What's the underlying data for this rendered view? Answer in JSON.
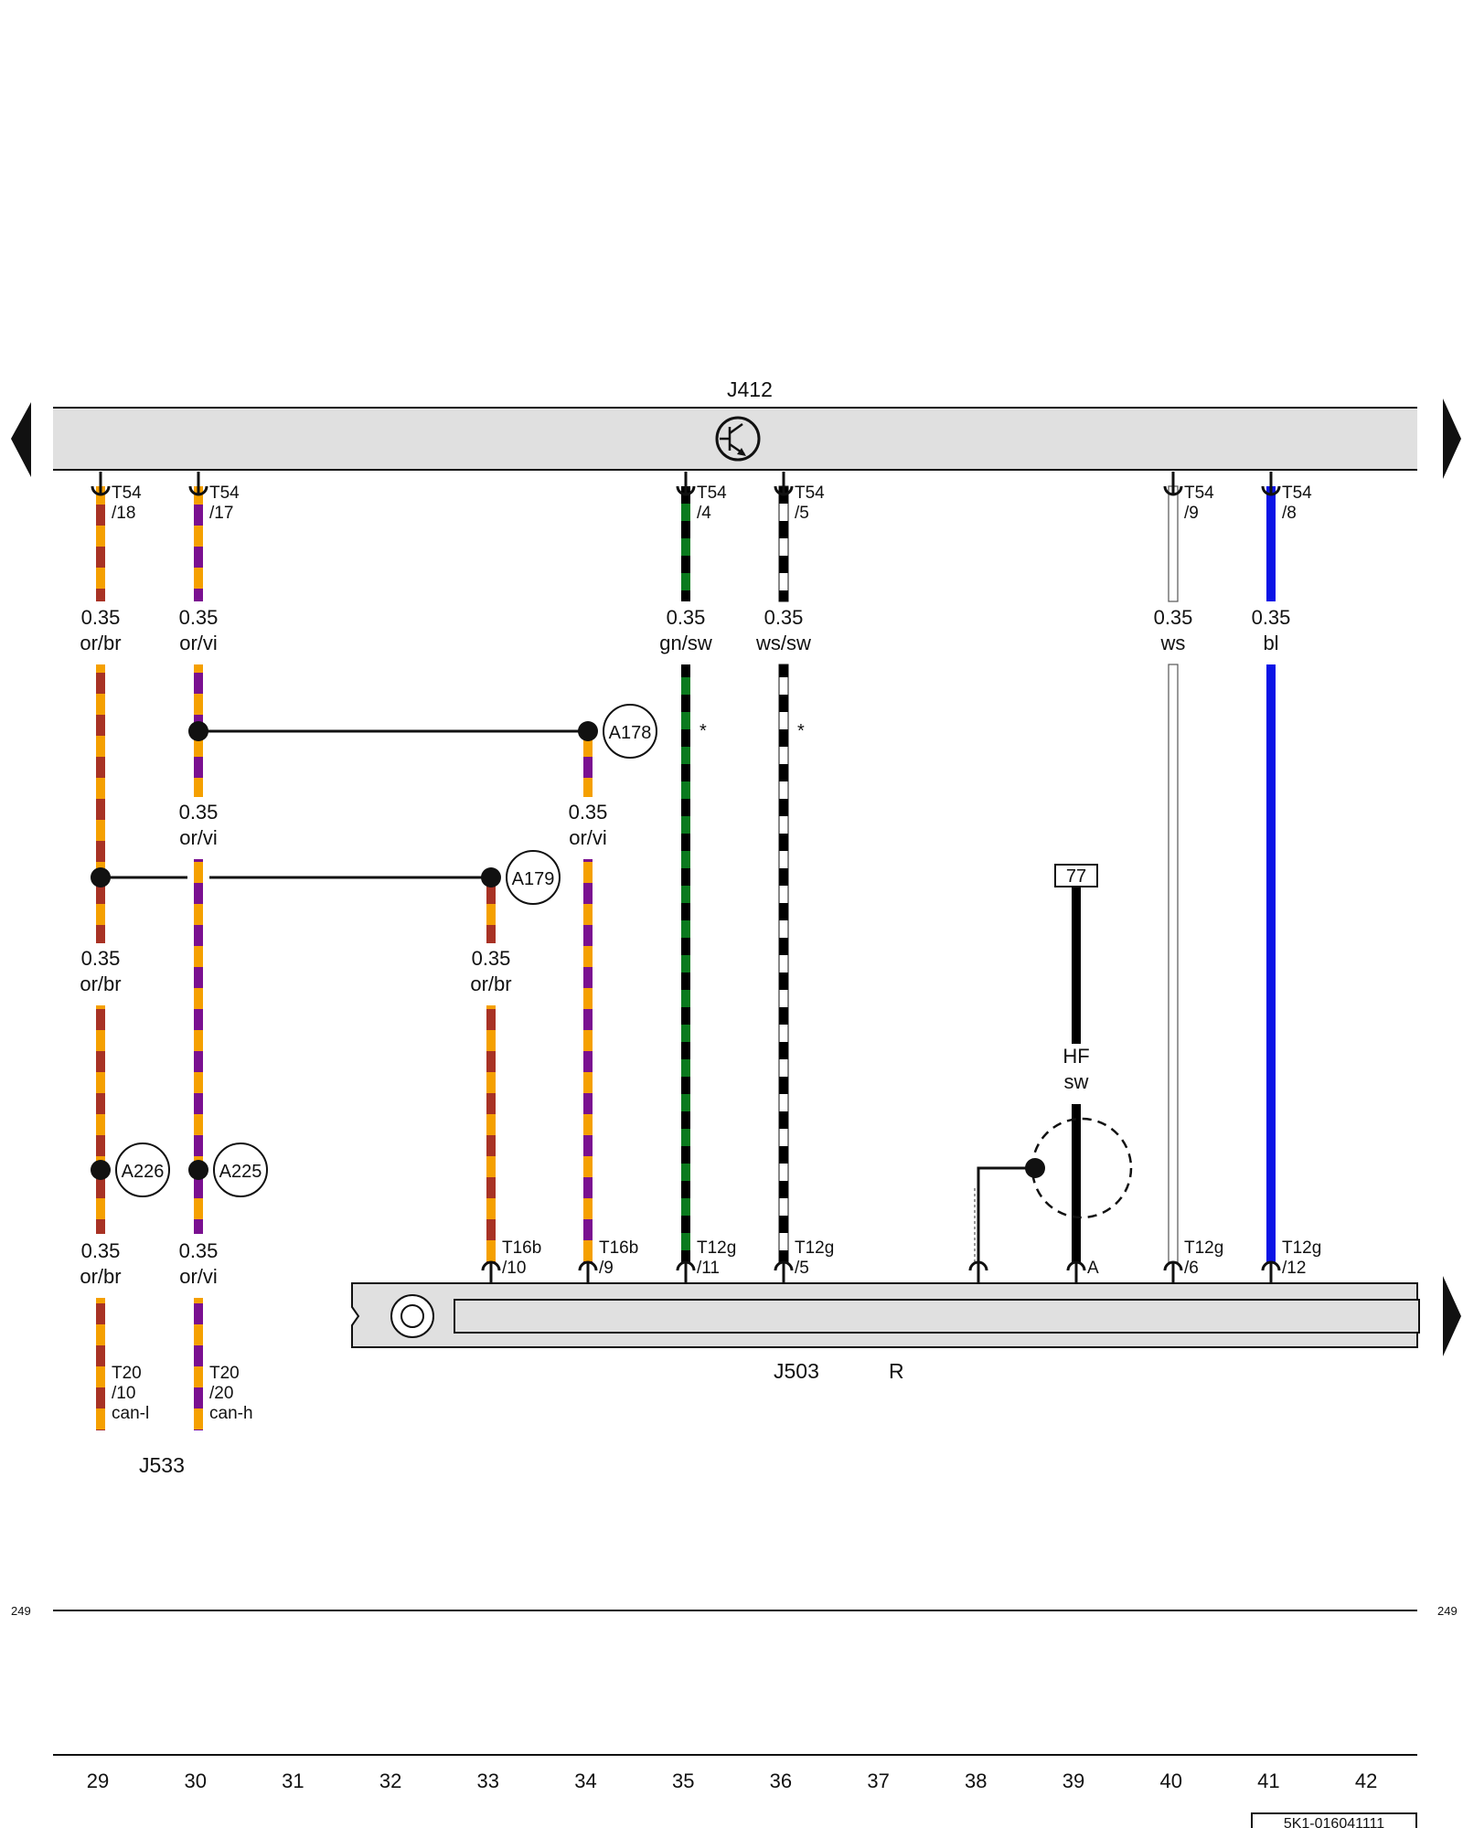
{
  "components": {
    "top": {
      "name": "J412"
    },
    "bottom": {
      "name": "J503",
      "suffix": "R"
    },
    "left": {
      "name": "J533"
    }
  },
  "connectors": [
    {
      "id": "t54-18",
      "line1": "T54",
      "line2": "/18"
    },
    {
      "id": "t54-17",
      "line1": "T54",
      "line2": "/17"
    },
    {
      "id": "t54-4",
      "line1": "T54",
      "line2": "/4"
    },
    {
      "id": "t54-5",
      "line1": "T54",
      "line2": "/5"
    },
    {
      "id": "t54-9",
      "line1": "T54",
      "line2": "/9"
    },
    {
      "id": "t54-8",
      "line1": "T54",
      "line2": "/8"
    },
    {
      "id": "t16b-10",
      "line1": "T16b",
      "line2": "/10"
    },
    {
      "id": "t16b-9",
      "line1": "T16b",
      "line2": "/9"
    },
    {
      "id": "t12g-11",
      "line1": "T12g",
      "line2": "/11"
    },
    {
      "id": "t12g-5",
      "line1": "T12g",
      "line2": "/5"
    },
    {
      "id": "t12g-6",
      "line1": "T12g",
      "line2": "/6"
    },
    {
      "id": "t12g-12",
      "line1": "T12g",
      "line2": "/12"
    },
    {
      "id": "t20-10",
      "line1": "T20",
      "line2": "/10",
      "line3": "can-l"
    },
    {
      "id": "t20-20",
      "line1": "T20",
      "line2": "/20",
      "line3": "can-h"
    }
  ],
  "wire_labels": [
    {
      "id": "w29a",
      "size": "0.35",
      "color": "or/br"
    },
    {
      "id": "w30a",
      "size": "0.35",
      "color": "or/vi"
    },
    {
      "id": "w35",
      "size": "0.35",
      "color": "gn/sw"
    },
    {
      "id": "w36",
      "size": "0.35",
      "color": "ws/sw"
    },
    {
      "id": "w40",
      "size": "0.35",
      "color": "ws"
    },
    {
      "id": "w41",
      "size": "0.35",
      "color": "bl"
    },
    {
      "id": "w30b",
      "size": "0.35",
      "color": "or/vi"
    },
    {
      "id": "w34",
      "size": "0.35",
      "color": "or/vi"
    },
    {
      "id": "w29b",
      "size": "0.35",
      "color": "or/br"
    },
    {
      "id": "w33",
      "size": "0.35",
      "color": "or/br"
    },
    {
      "id": "w29c",
      "size": "0.35",
      "color": "or/br"
    },
    {
      "id": "w30c",
      "size": "0.35",
      "color": "or/vi"
    },
    {
      "id": "w39",
      "size": "HF",
      "color": "sw"
    }
  ],
  "splices": [
    "A178",
    "A179",
    "A226",
    "A225"
  ],
  "asterisk": "*",
  "ground_ref": "77",
  "pin_a": "A",
  "page_refs": {
    "left": "249",
    "right": "249"
  },
  "columns": [
    "29",
    "30",
    "31",
    "32",
    "33",
    "34",
    "35",
    "36",
    "37",
    "38",
    "39",
    "40",
    "41",
    "42"
  ],
  "doc_id": "5K1-016041111",
  "colors": {
    "or": "#f5a000",
    "br": "#a83224",
    "vi": "#7a1090",
    "gn": "#0a7a1e",
    "sw": "#000000",
    "ws": "#ffffff",
    "bl": "#0a14e6",
    "housing": "#e0e0e0"
  }
}
